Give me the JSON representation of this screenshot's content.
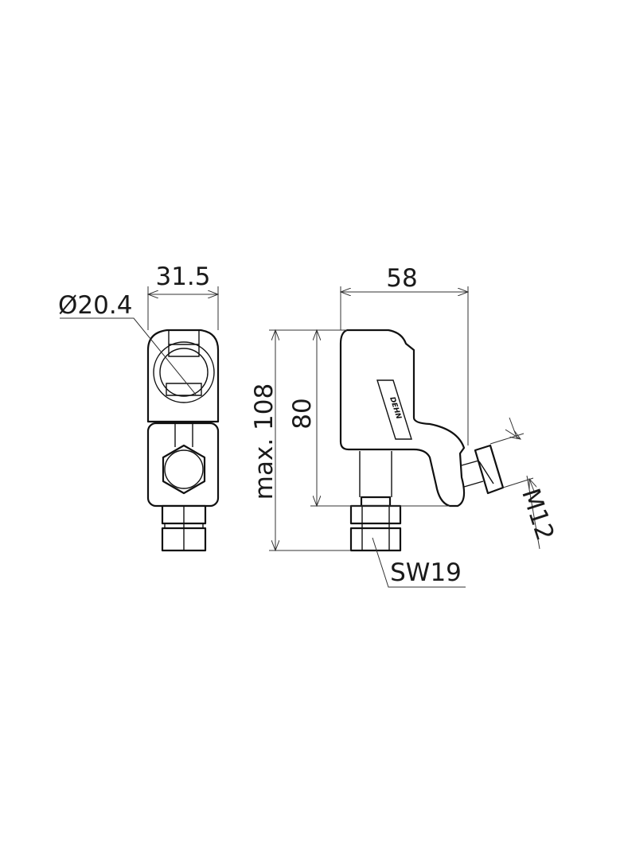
{
  "drawing": {
    "dimensions": {
      "width_front": "31.5",
      "diameter": "Ø20.4",
      "width_side": "58",
      "max_height": "max. 108",
      "height": "80",
      "wrench_size": "SW19",
      "thread": "M12"
    },
    "logo_text": "DEHN"
  }
}
